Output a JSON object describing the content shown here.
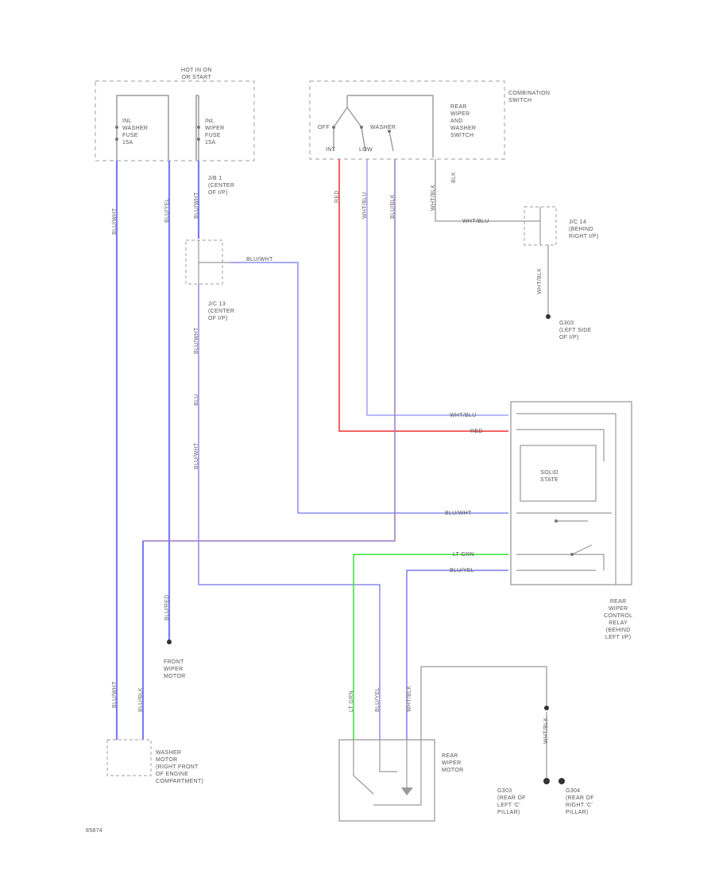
{
  "colors": {
    "wire_blue": "#7b7bf0",
    "wire_red": "#ee3030",
    "wire_green": "#33dd33",
    "wire_purple": "#9a7ac0",
    "wire_lightblue": "#9a9af4",
    "outline": "#9a9a9a",
    "dash": "#b0b0b0"
  },
  "components": {
    "fuse_box_label": "HOT IN ON\nOR START",
    "washer_fuse": "INL\nWASHER\nFUSE\n15A",
    "wiper_fuse": "INL\nWIPER\nFUSE\n15A",
    "combination_switch": "COMBINATION\nSWITCH",
    "rear_wiper_switch": "REAR\nWIPER\nAND\nWASHER\nSWITCH",
    "switch_pos_off": "OFF",
    "switch_pos_washer": "WASHER",
    "switch_pos_int": "INT",
    "switch_pos_low": "LOW",
    "jb_center": "J/B 1\n(CENTER\nOF I/P)",
    "jc_center": "J/C 13\n(CENTER\nOF I/P)",
    "jc_behind_right": "J/C 14\n(BEHIND\nRIGHT I/P)",
    "ground_left_side": "G303\n(LEFT SIDE\nOF I/P)",
    "solid_state": "SOLID\nSTATE",
    "rear_wiper_relay": "REAR\nWIPER\nCONTROL\nRELAY\n(BEHIND\nLEFT I/P)",
    "front_wiper_motor": "FRONT\nWIPER\nMOTOR",
    "washer_motor": "WASHER\nMOTOR\n(RIGHT FRONT\nOF ENGINE\nCOMPARTMENT)",
    "rear_wiper_motor": "REAR\nWIPER\nMOTOR",
    "ground_left_pillar": "G303\n(REAR OF\nLEFT 'C'\nPILLAR)",
    "ground_right_pillar": "G304\n(REAR OF\nRIGHT 'C'\nPILLAR)",
    "diagram_id": "85874"
  },
  "wire_labels": {
    "blu_wht_1": "BLU/WHT",
    "blu_wht_2": "BLU/WHT",
    "blu_wht_3": "BLU/WHT",
    "blu_wht_4": "BLU/WHT",
    "blu_wht_5": "BLU/WHT",
    "blu_wht_h": "BLU/WHT",
    "blu_wht_relay": "BLU/WHT",
    "blu_yel": "BLU/YEL",
    "blu_yel_relay": "BLU/YEL",
    "blu_blk": "BLU/BLK",
    "blu_red": "BLU/RED",
    "red": "RED",
    "red_relay": "RED",
    "wht_blu": "WHT/BLU",
    "wht_blu_relay": "WHT/BLU",
    "wht_blu_h": "WHT/BLU",
    "lt_grn": "LT GRN",
    "lt_grn_relay": "LT GRN",
    "wht_blk": "WHT/BLK",
    "wht_blk_2": "WHT/BLK",
    "wht_blk_3": "WHT/BLK",
    "blk": "BLK",
    "blu": "BLU"
  }
}
